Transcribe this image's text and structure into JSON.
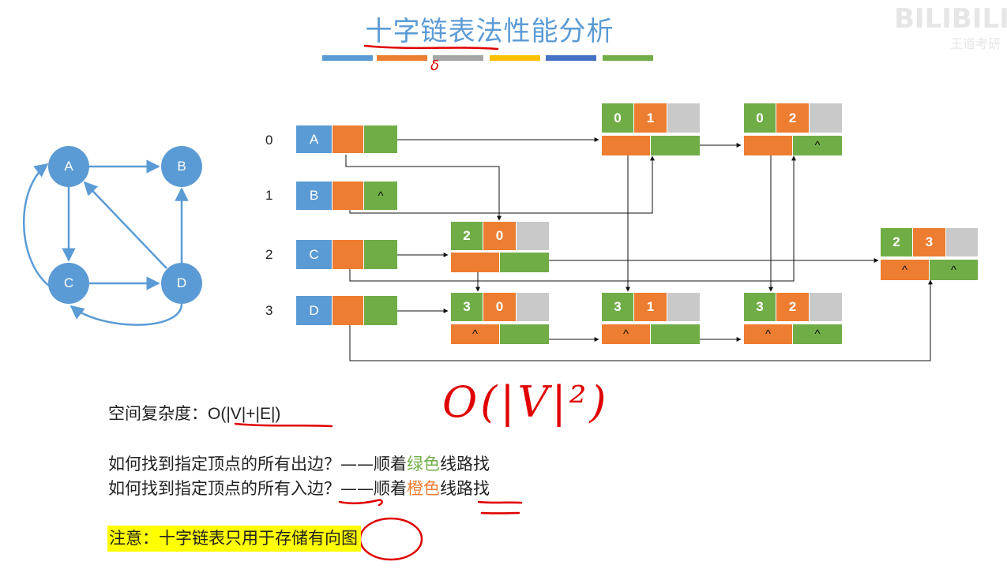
{
  "title": "十字链表法性能分析",
  "watermark": {
    "main": "BILIBILI",
    "sub": "王道考研"
  },
  "title_bar_colors": [
    "#5b9bd5",
    "#ed7d31",
    "#a5a5a5",
    "#ffc000",
    "#4472c4",
    "#70ad47"
  ],
  "colors": {
    "vertex": "#5b9bd5",
    "head": "#5b9bd5",
    "orange": "#ed7d31",
    "green": "#70ad47",
    "gray": "#c9c9c9",
    "ink": "#e00000",
    "highlight": "#ffff00"
  },
  "graph": {
    "vertices": [
      "A",
      "B",
      "C",
      "D"
    ]
  },
  "vertex_table": {
    "indices": [
      "0",
      "1",
      "2",
      "3"
    ],
    "names": [
      "A",
      "B",
      "C",
      "D"
    ],
    "null_symbol": "^"
  },
  "arc_nodes": {
    "n01": {
      "tail": "0",
      "head": "1"
    },
    "n02": {
      "tail": "0",
      "head": "2"
    },
    "n20": {
      "tail": "2",
      "head": "0"
    },
    "n23": {
      "tail": "2",
      "head": "3"
    },
    "n30": {
      "tail": "3",
      "head": "0"
    },
    "n31": {
      "tail": "3",
      "head": "1"
    },
    "n32": {
      "tail": "3",
      "head": "2"
    }
  },
  "text": {
    "space_label": "空间复杂度：",
    "space_value": "O(|V|+|E|)",
    "handwritten": "O(|V|²)",
    "handwritten_mark": "δ",
    "q1_prefix": "如何找到指定顶点的所有出边？——顺着",
    "q1_color": "绿色",
    "q1_suffix": "线路找",
    "q2_prefix": "如何找到指定顶点的所有入边？——顺着",
    "q2_color": "橙色",
    "q2_suffix": "线路找",
    "note": "注意：十字链表只用于存储有向图"
  }
}
